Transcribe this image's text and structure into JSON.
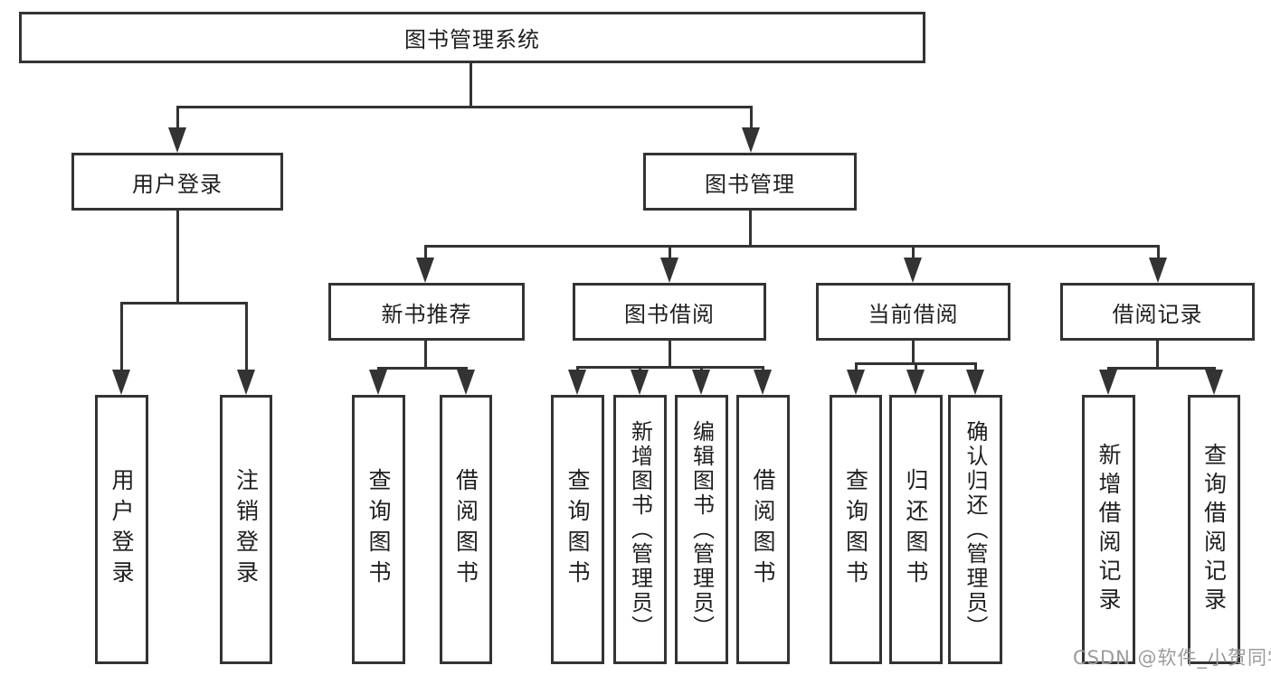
{
  "tree": {
    "root": {
      "label": "图书管理系统"
    },
    "branches": [
      {
        "label": "用户登录",
        "children": [
          {
            "label": "用户登录"
          },
          {
            "label": "注销登录"
          }
        ]
      },
      {
        "label": "图书管理",
        "children": [
          {
            "label": "新书推荐",
            "children": [
              {
                "label": "查询图书"
              },
              {
                "label": "借阅图书"
              }
            ]
          },
          {
            "label": "图书借阅",
            "children": [
              {
                "label": "查询图书"
              },
              {
                "label": "新增图书（管理员）"
              },
              {
                "label": "编辑图书（管理员）"
              },
              {
                "label": "借阅图书"
              }
            ]
          },
          {
            "label": "当前借阅",
            "children": [
              {
                "label": "查询图书"
              },
              {
                "label": "归还图书"
              },
              {
                "label": "确认归还（管理员）"
              }
            ]
          },
          {
            "label": "借阅记录",
            "children": [
              {
                "label": "新增借阅记录"
              },
              {
                "label": "查询借阅记录"
              }
            ]
          }
        ]
      }
    ]
  },
  "watermark": {
    "text": "CSDN @软件_小贺同学",
    "color": "#9b9b9b"
  },
  "colors": {
    "line": "#333333",
    "box_border": "#333333",
    "box_background": "#ffffff",
    "text": "#1f1f1f",
    "background": "#ffffff"
  }
}
